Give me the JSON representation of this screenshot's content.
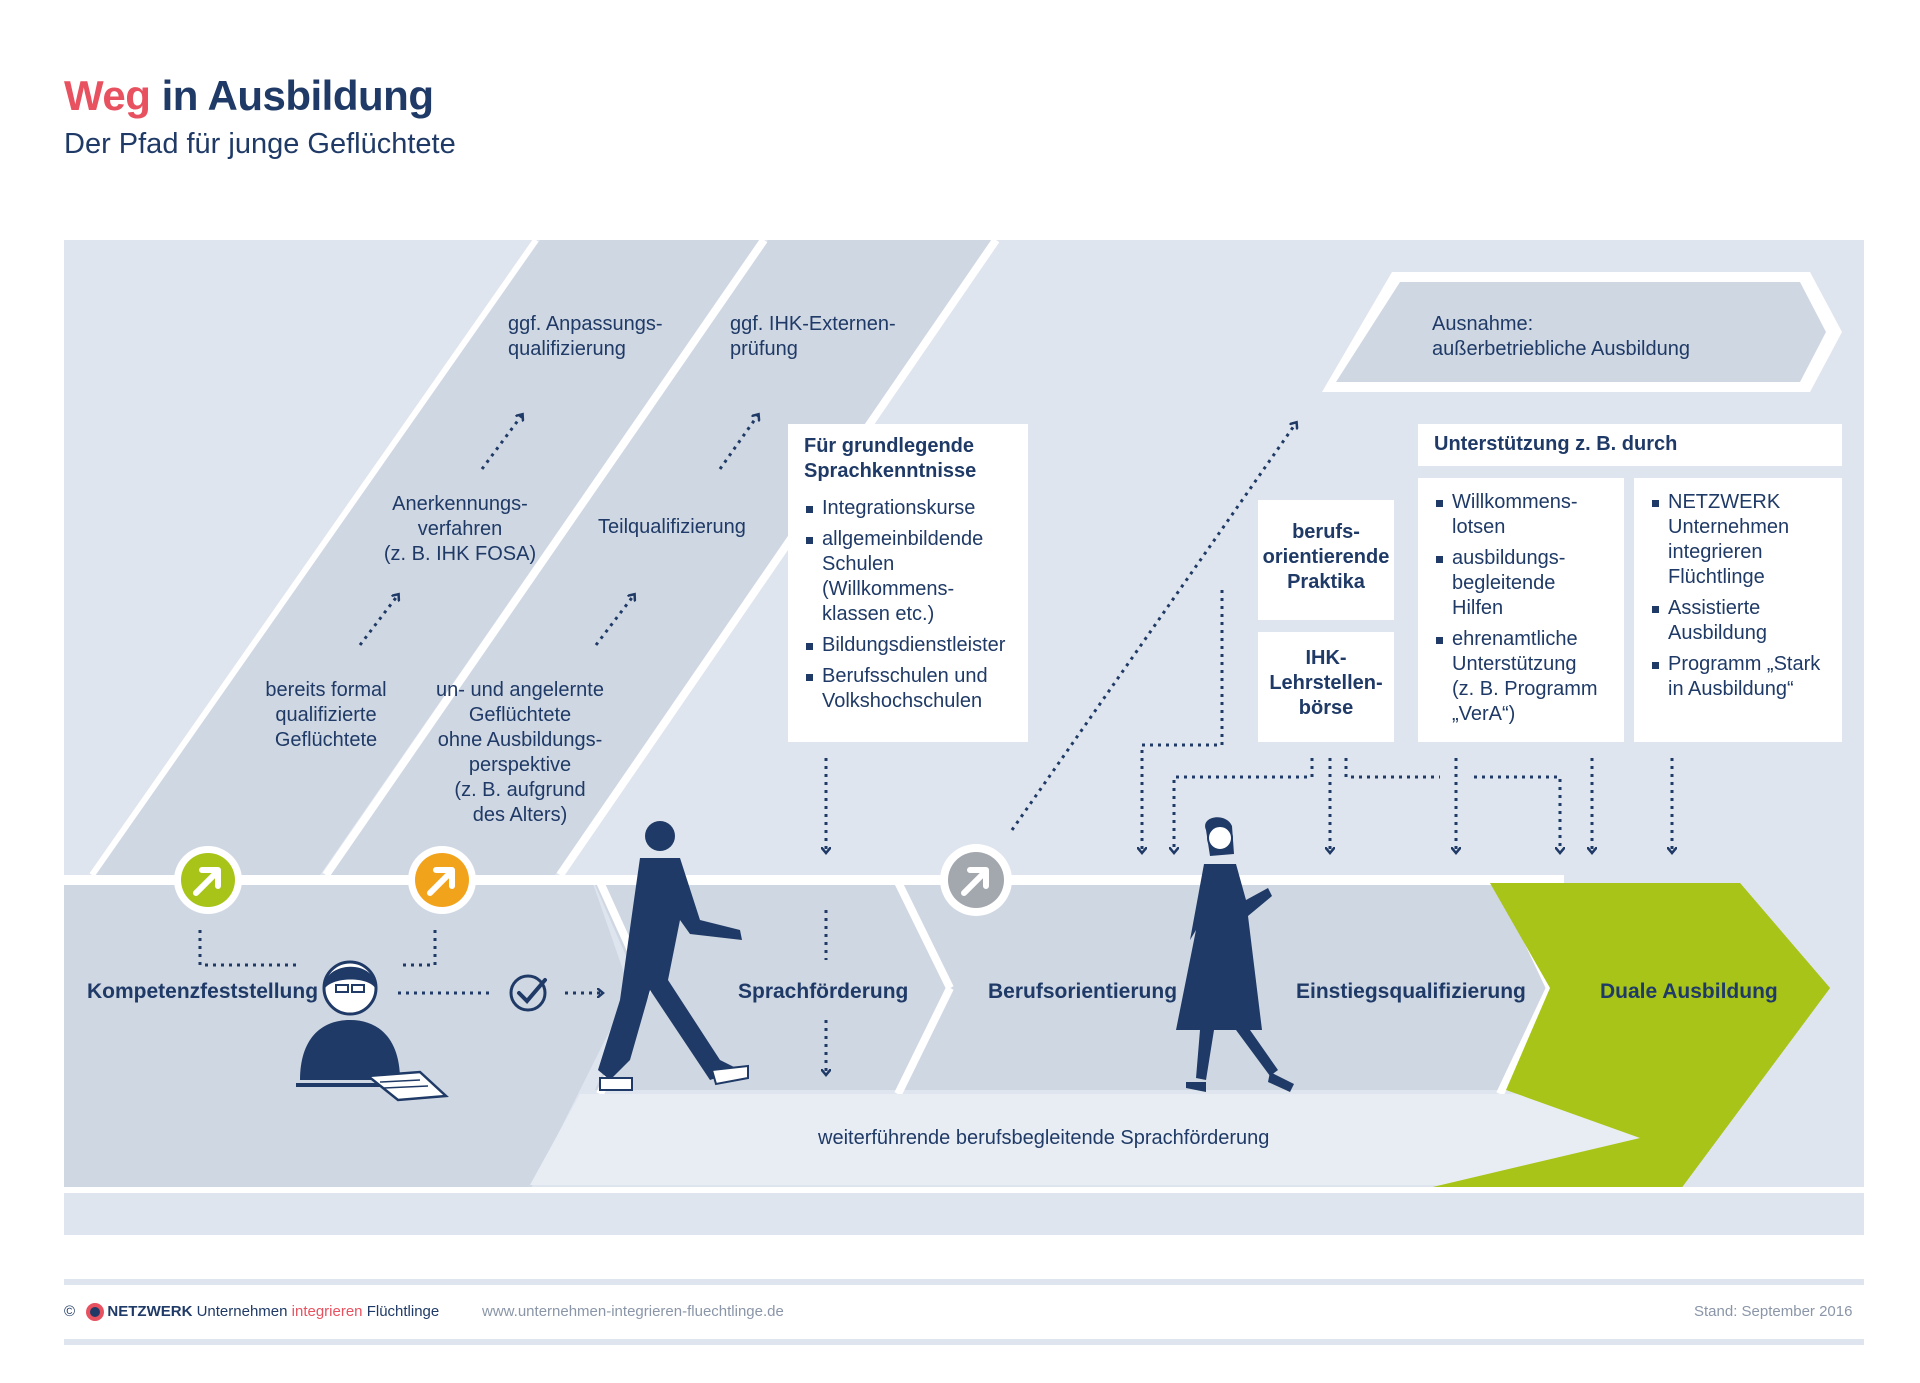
{
  "header": {
    "title_accent": "Weg",
    "title_rest": "in Ausbildung",
    "subtitle": "Der Pfad für junge Geflüchtete"
  },
  "paths": {
    "formal": "bereits formal\nqualifizierte\nGeflüchtete",
    "anerkennung": "Anerkennungs-\nverfahren\n(z. B. IHK FOSA)",
    "anpassung": "ggf. Anpassungs-\nqualifizierung",
    "unangelernt": "un- und angelernte\nGeflüchtete\nohne Ausbildungs-\nperspektive\n(z. B. aufgrund\ndes Alters)",
    "teilqualifizierung": "Teilqualifizierung",
    "externen": "ggf. IHK-Externen-\nprüfung",
    "ausnahme": "Ausnahme:\naußerbetriebliche Ausbildung"
  },
  "sprach_box": {
    "heading": "Für grundlegende\nSprachkenntnisse",
    "items": [
      "Integrationskurse",
      "allgemeinbildende\nSchulen\n(Willkommens-\nklassen etc.)",
      "Bildungsdienstleister",
      "Berufsschulen und\nVolkshochschulen"
    ]
  },
  "small_boxes": {
    "praktika": "berufs-\norientierende\nPraktika",
    "lehrstellen": "IHK-\nLehrstellen-\nbörse"
  },
  "support": {
    "heading": "Unterstützung z. B. durch",
    "col1": [
      "Willkommens-\nlotsen",
      "ausbildungs-\nbegleitende\nHilfen",
      "ehrenamtliche\nUnterstützung\n(z. B. Programm\n„VerA“)"
    ],
    "col2": [
      "NETZWERK\nUnternehmen\nintegrieren\nFlüchtlinge",
      "Assistierte\nAusbildung",
      "Programm „Stark\nin Ausbildung“"
    ]
  },
  "stages": {
    "kompetenz": "Kompetenzfeststellung",
    "sprach": "Sprachförderung",
    "berufsorientierung": "Berufsorientierung",
    "einstieg": "Einstiegsqualifizierung",
    "duale": "Duale Ausbildung",
    "weiterfuehrend": "weiterführende berufsbegleitende Sprachförderung"
  },
  "colors": {
    "navy": "#1f3a66",
    "red": "#e8515f",
    "green": "#a8c419",
    "orange": "#f2a31c",
    "gray": "#a3a7ae",
    "bg": "#dfe5ee",
    "band": "#cfd7e3",
    "stripe": "#e8edf4"
  },
  "icons": [
    "up-right-arrow-green-icon",
    "up-right-arrow-orange-icon",
    "up-right-arrow-gray-icon",
    "checkmark-icon",
    "person-at-desk-icon",
    "walking-man-icon",
    "walking-woman-icon",
    "netzwerk-logo-icon"
  ],
  "footer": {
    "copyright": "©",
    "logo_a": "NETZWERK",
    "logo_b": "Unternehmen",
    "logo_c": "integrieren",
    "logo_d": "Flüchtlinge",
    "url": "www.unternehmen-integrieren-fluechtlinge.de",
    "stand": "Stand: September 2016"
  }
}
